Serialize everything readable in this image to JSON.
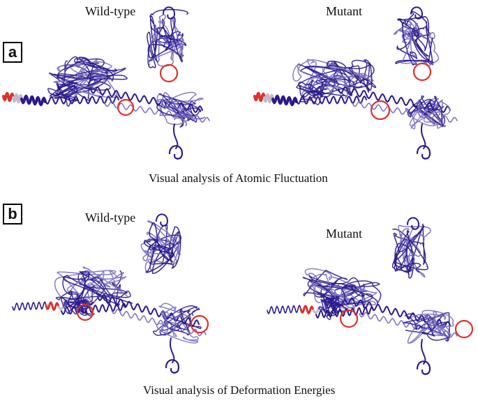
{
  "panels": [
    {
      "label": "a",
      "wildtype_title": "Wild-type",
      "mutant_title": "Mutant",
      "caption": "Visual analysis of Atomic Fluctuation"
    },
    {
      "label": "b",
      "wildtype_title": "Wild-type",
      "mutant_title": "Mutant",
      "caption": "Visual analysis of Deformation Energies"
    }
  ],
  "colors": {
    "ribbon": "#2a1a8c",
    "ribbon_light": "#7a6fc0",
    "highlight_circle": "#e0302a",
    "flexible_tail": "#d9332c",
    "tail_mid": "#c8b8c8"
  }
}
